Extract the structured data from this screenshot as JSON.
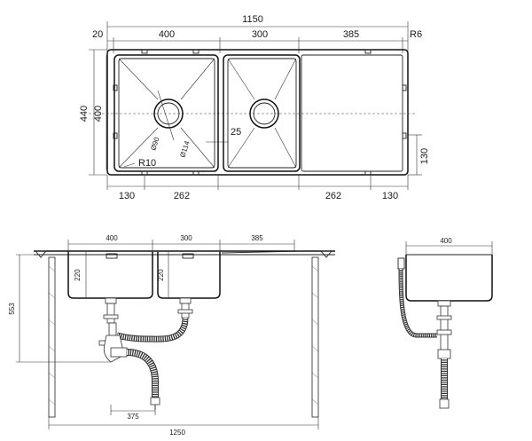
{
  "top_view": {
    "overall_width": "1150",
    "edge_offset": "20",
    "bowl1_width": "400",
    "bowl2_width": "300",
    "drainboard_width": "385",
    "corner_radius_outer": "R6",
    "overall_depth": "440",
    "bowl_depth": "400",
    "drain_dia_inner": "Ø90",
    "drain_dia_outer": "Ø114",
    "inner_radius": "R10",
    "offset_25": "25",
    "clip_offset_left": "130",
    "clip_span_left": "262",
    "clip_span_right": "262",
    "clip_offset_right": "130",
    "side_clip_height": "130"
  },
  "front_view": {
    "bowl1_width": "400",
    "bowl2_width": "300",
    "drainboard_width": "385",
    "bowl1_depth": "220",
    "bowl2_depth": "220",
    "cabinet_height": "553",
    "drain_offset": "375",
    "cabinet_width": "1250"
  },
  "side_view": {
    "bowl_width": "400"
  }
}
